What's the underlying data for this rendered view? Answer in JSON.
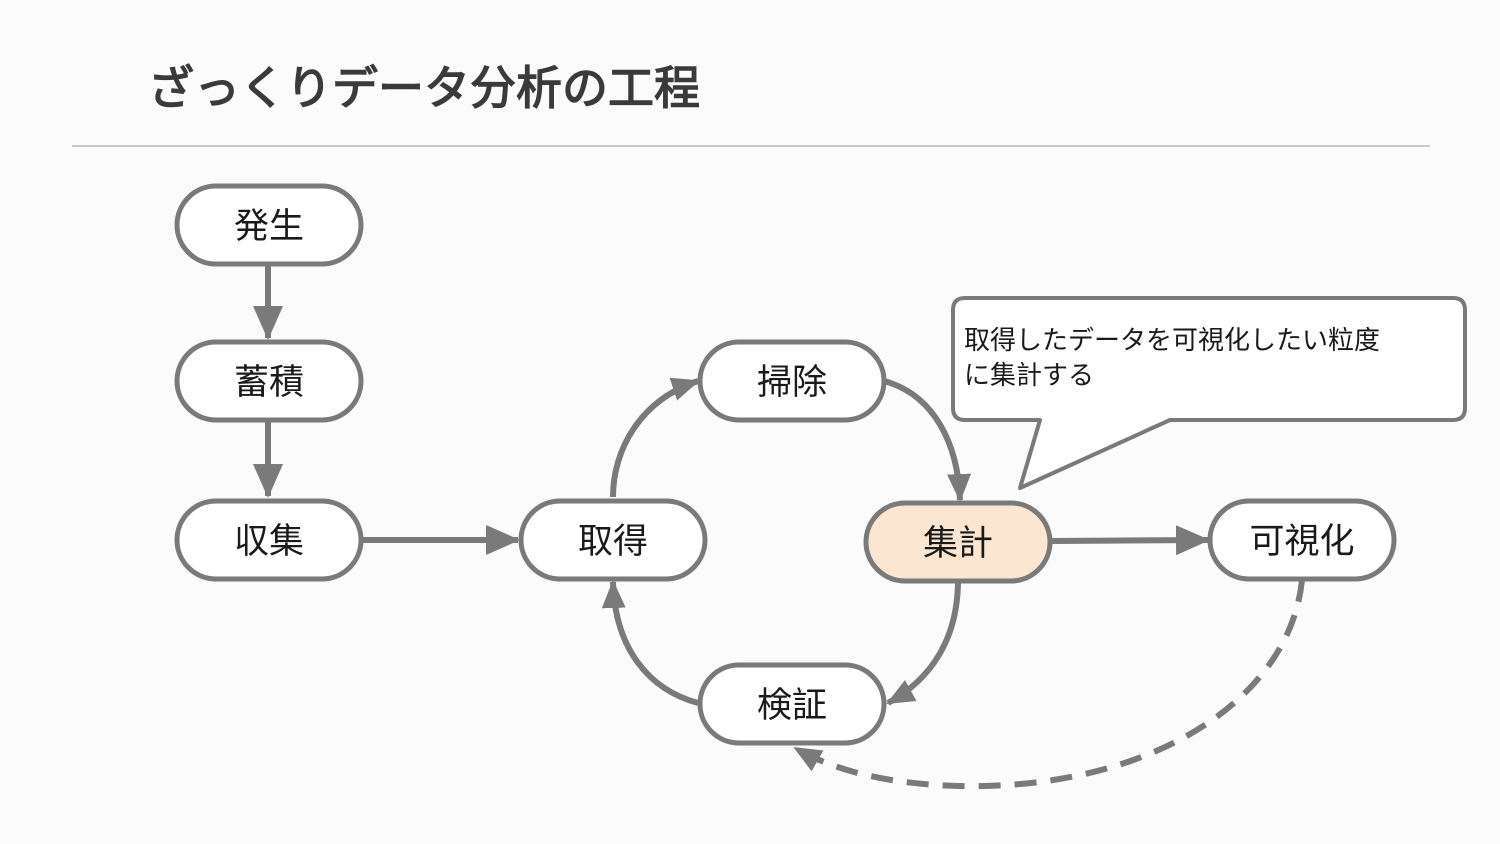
{
  "title": "ざっくりデータ分析の工程",
  "nodes": {
    "hassei": "発生",
    "chikuseki": "蓄積",
    "shushu": "収集",
    "shutoku": "取得",
    "soji": "掃除",
    "shukei": "集計",
    "kensho": "検証",
    "kashika": "可視化"
  },
  "callout": {
    "line1": "取得したデータを可視化したい粒度",
    "line2": "に集計する"
  },
  "colors": {
    "stroke": "#7a7a7a",
    "highlight_fill": "#fbe6d1",
    "node_fill": "#ffffff",
    "title": "#3a3a3a"
  }
}
